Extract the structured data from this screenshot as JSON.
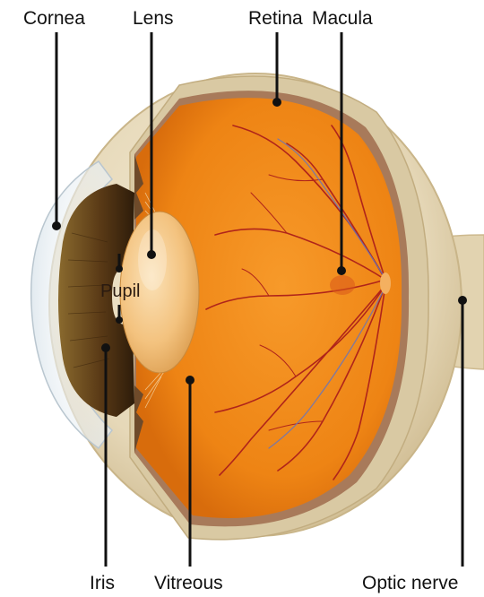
{
  "labels": {
    "cornea": "Cornea",
    "lens": "Lens",
    "retina": "Retina",
    "macula": "Macula",
    "pupil": "Pupil",
    "iris": "Iris",
    "vitreous": "Vitreous",
    "optic_nerve": "Optic nerve"
  },
  "colors": {
    "sclera": "#e8dcc2",
    "vitreous": "#f08a1c",
    "retina_layer": "#a87a5a",
    "iris": "#5a3a1a",
    "lens": "#f2c07a",
    "vessel": "#b0241a",
    "leader_line": "#111111"
  }
}
